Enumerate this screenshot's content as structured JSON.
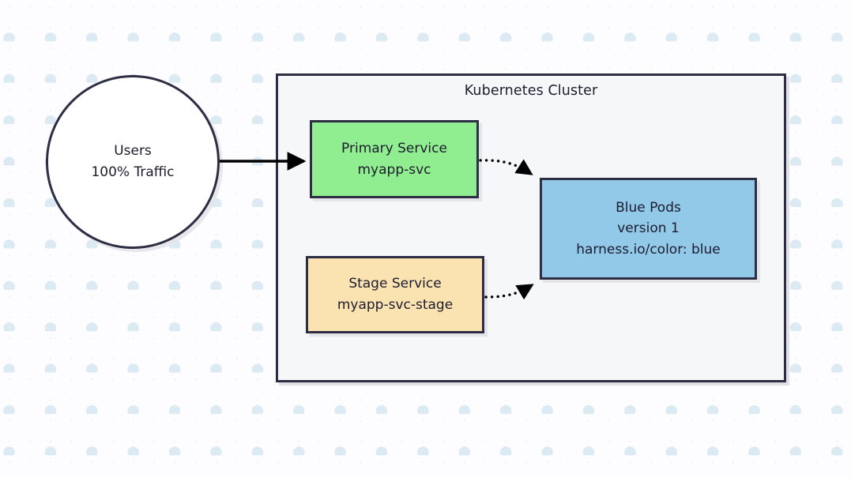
{
  "diagram": {
    "title_text": "Kubernetes Cluster",
    "background": {
      "grid_dot_color": "#dceaf3",
      "page_color": "#fdfdff"
    },
    "colors": {
      "stroke": "#2d2d44",
      "text": "#1c1c2e",
      "cluster_fill": "#f6f7f9",
      "primary_service_fill": "#90ee90",
      "stage_service_fill": "#fae3b0",
      "blue_pods_fill": "#92c9e8",
      "users_fill": "#ffffff"
    },
    "nodes": {
      "users": {
        "shape": "circle",
        "line1": "Users",
        "line2": "100% Traffic"
      },
      "primary_service": {
        "shape": "rectangle",
        "line1": "Primary Service",
        "line2": "myapp-svc"
      },
      "stage_service": {
        "shape": "rectangle",
        "line1": "Stage Service",
        "line2": "myapp-svc-stage"
      },
      "blue_pods": {
        "shape": "rectangle",
        "line1": "Blue Pods",
        "line2": "version 1",
        "line3": "harness.io/color: blue"
      }
    },
    "edges": [
      {
        "id": "users-to-primary",
        "from": "users",
        "to": "primary_service",
        "style": "solid",
        "arrow": "end",
        "label": ""
      },
      {
        "id": "primary-to-blue",
        "from": "primary_service",
        "to": "blue_pods",
        "style": "dotted",
        "arrow": "end",
        "label": ""
      },
      {
        "id": "stage-to-blue",
        "from": "stage_service",
        "to": "blue_pods",
        "style": "dotted",
        "arrow": "end",
        "label": ""
      }
    ]
  }
}
